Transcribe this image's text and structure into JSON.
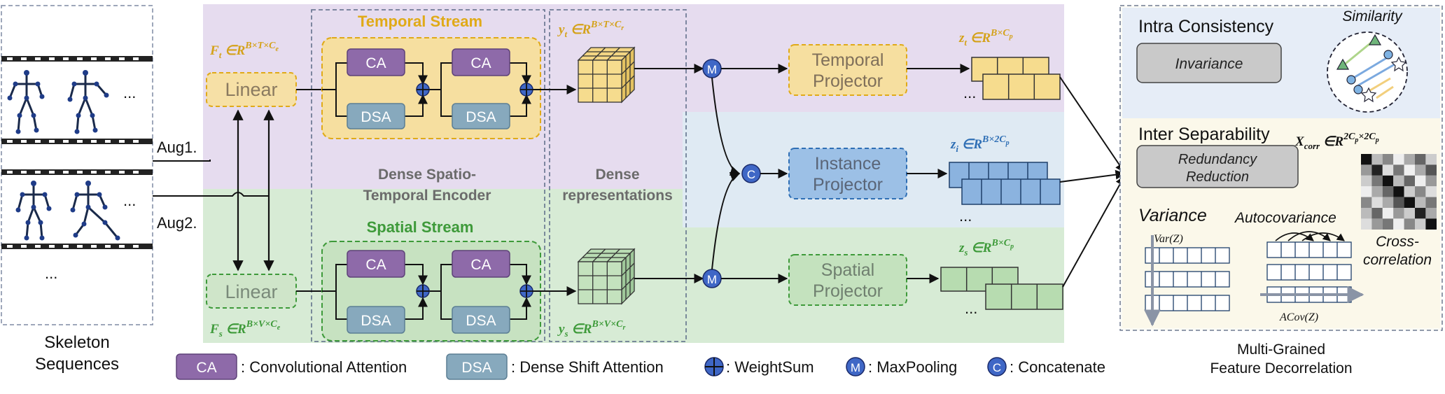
{
  "skeleton": {
    "label_line1": "Skeleton",
    "label_line2": "Sequences",
    "ellipsis": "...",
    "aug1": "Aug1.",
    "aug2": "Aug2."
  },
  "temporal": {
    "stream_title": "Temporal Stream",
    "linear": "Linear",
    "feature_main": "F",
    "feature_sub": "t",
    "feature_rest": " ∈R",
    "feature_sup": "B×T×C",
    "feature_sup_sub": "e",
    "ca": "CA",
    "dsa": "DSA",
    "output_main": "y",
    "output_sub": "t",
    "output_rest": " ∈R",
    "output_sup": "B×T×C",
    "output_sup_sub": "r",
    "projector_line1": "Temporal",
    "projector_line2": "Projector",
    "z_main": "z",
    "z_sub": "t",
    "z_rest": " ∈R",
    "z_sup": "B×C",
    "z_sup_sub": "p"
  },
  "spatial": {
    "stream_title": "Spatial Stream",
    "linear": "Linear",
    "feature_main": "F",
    "feature_sub": "s",
    "feature_rest": " ∈R",
    "feature_sup": "B×V×C",
    "feature_sup_sub": "e",
    "ca": "CA",
    "dsa": "DSA",
    "output_main": "y",
    "output_sub": "s",
    "output_rest": " ∈R",
    "output_sup": "B×V×C",
    "output_sup_sub": "r",
    "projector_line1": "Spatial",
    "projector_line2": "Projector",
    "z_main": "z",
    "z_sub": "s",
    "z_rest": " ∈R",
    "z_sup": "B×C",
    "z_sup_sub": "p"
  },
  "instance": {
    "projector_line1": "Instance",
    "projector_line2": "Projector",
    "z_main": "z",
    "z_sub": "i",
    "z_rest": " ∈R",
    "z_sup": "B×2C",
    "z_sup_sub": "p"
  },
  "encoder": {
    "line1": "Dense Spatio-",
    "line2": "Temporal Encoder"
  },
  "dense": {
    "line1": "Dense",
    "line2": "representations"
  },
  "ops": {
    "maxpool_symbol": "M",
    "concat_symbol": "C",
    "ellipsis": "..."
  },
  "decorrelation": {
    "intra_title": "Intra Consistency",
    "invariance": "Invariance",
    "similarity": "Similarity",
    "inter_title": "Inter Separability",
    "xcorr_main": "X",
    "xcorr_sub": "corr",
    "xcorr_rest": " ∈R",
    "xcorr_sup": "2C",
    "xcorr_sup_sub1": "p",
    "xcorr_sup_mid": "×2C",
    "xcorr_sup_sub2": "p",
    "redundancy_line1": "Redundancy",
    "redundancy_line2": "Reduction",
    "variance": "Variance",
    "var_formula": "Var(Z)",
    "autocovariance": "Autocovariance",
    "acov_formula": "ACov(Z)",
    "cross_line1": "Cross-",
    "cross_line2": "correlation",
    "caption_line1": "Multi-Grained",
    "caption_line2": "Feature Decorrelation"
  },
  "legend": {
    "ca_box": "CA",
    "ca_text": ": Convolutional Attention",
    "dsa_box": "DSA",
    "dsa_text": ": Dense Shift Attention",
    "weightsum_text": ": WeightSum",
    "maxpool_symbol": "M",
    "maxpool_text": ": MaxPooling",
    "concat_symbol": "C",
    "concat_text": ": Concatenate"
  },
  "colors": {
    "temporal_bg": "#e6dcef",
    "spatial_bg": "#d7ebd5",
    "instance_bg": "#dfeaf3",
    "temporal_accent": "#e8b62a",
    "spatial_accent": "#3e9a3a",
    "instance_accent": "#2f6fb5",
    "ca_fill": "#8e6aa9",
    "dsa_fill": "#87a9bd",
    "op_circle": "#3f67c6"
  }
}
